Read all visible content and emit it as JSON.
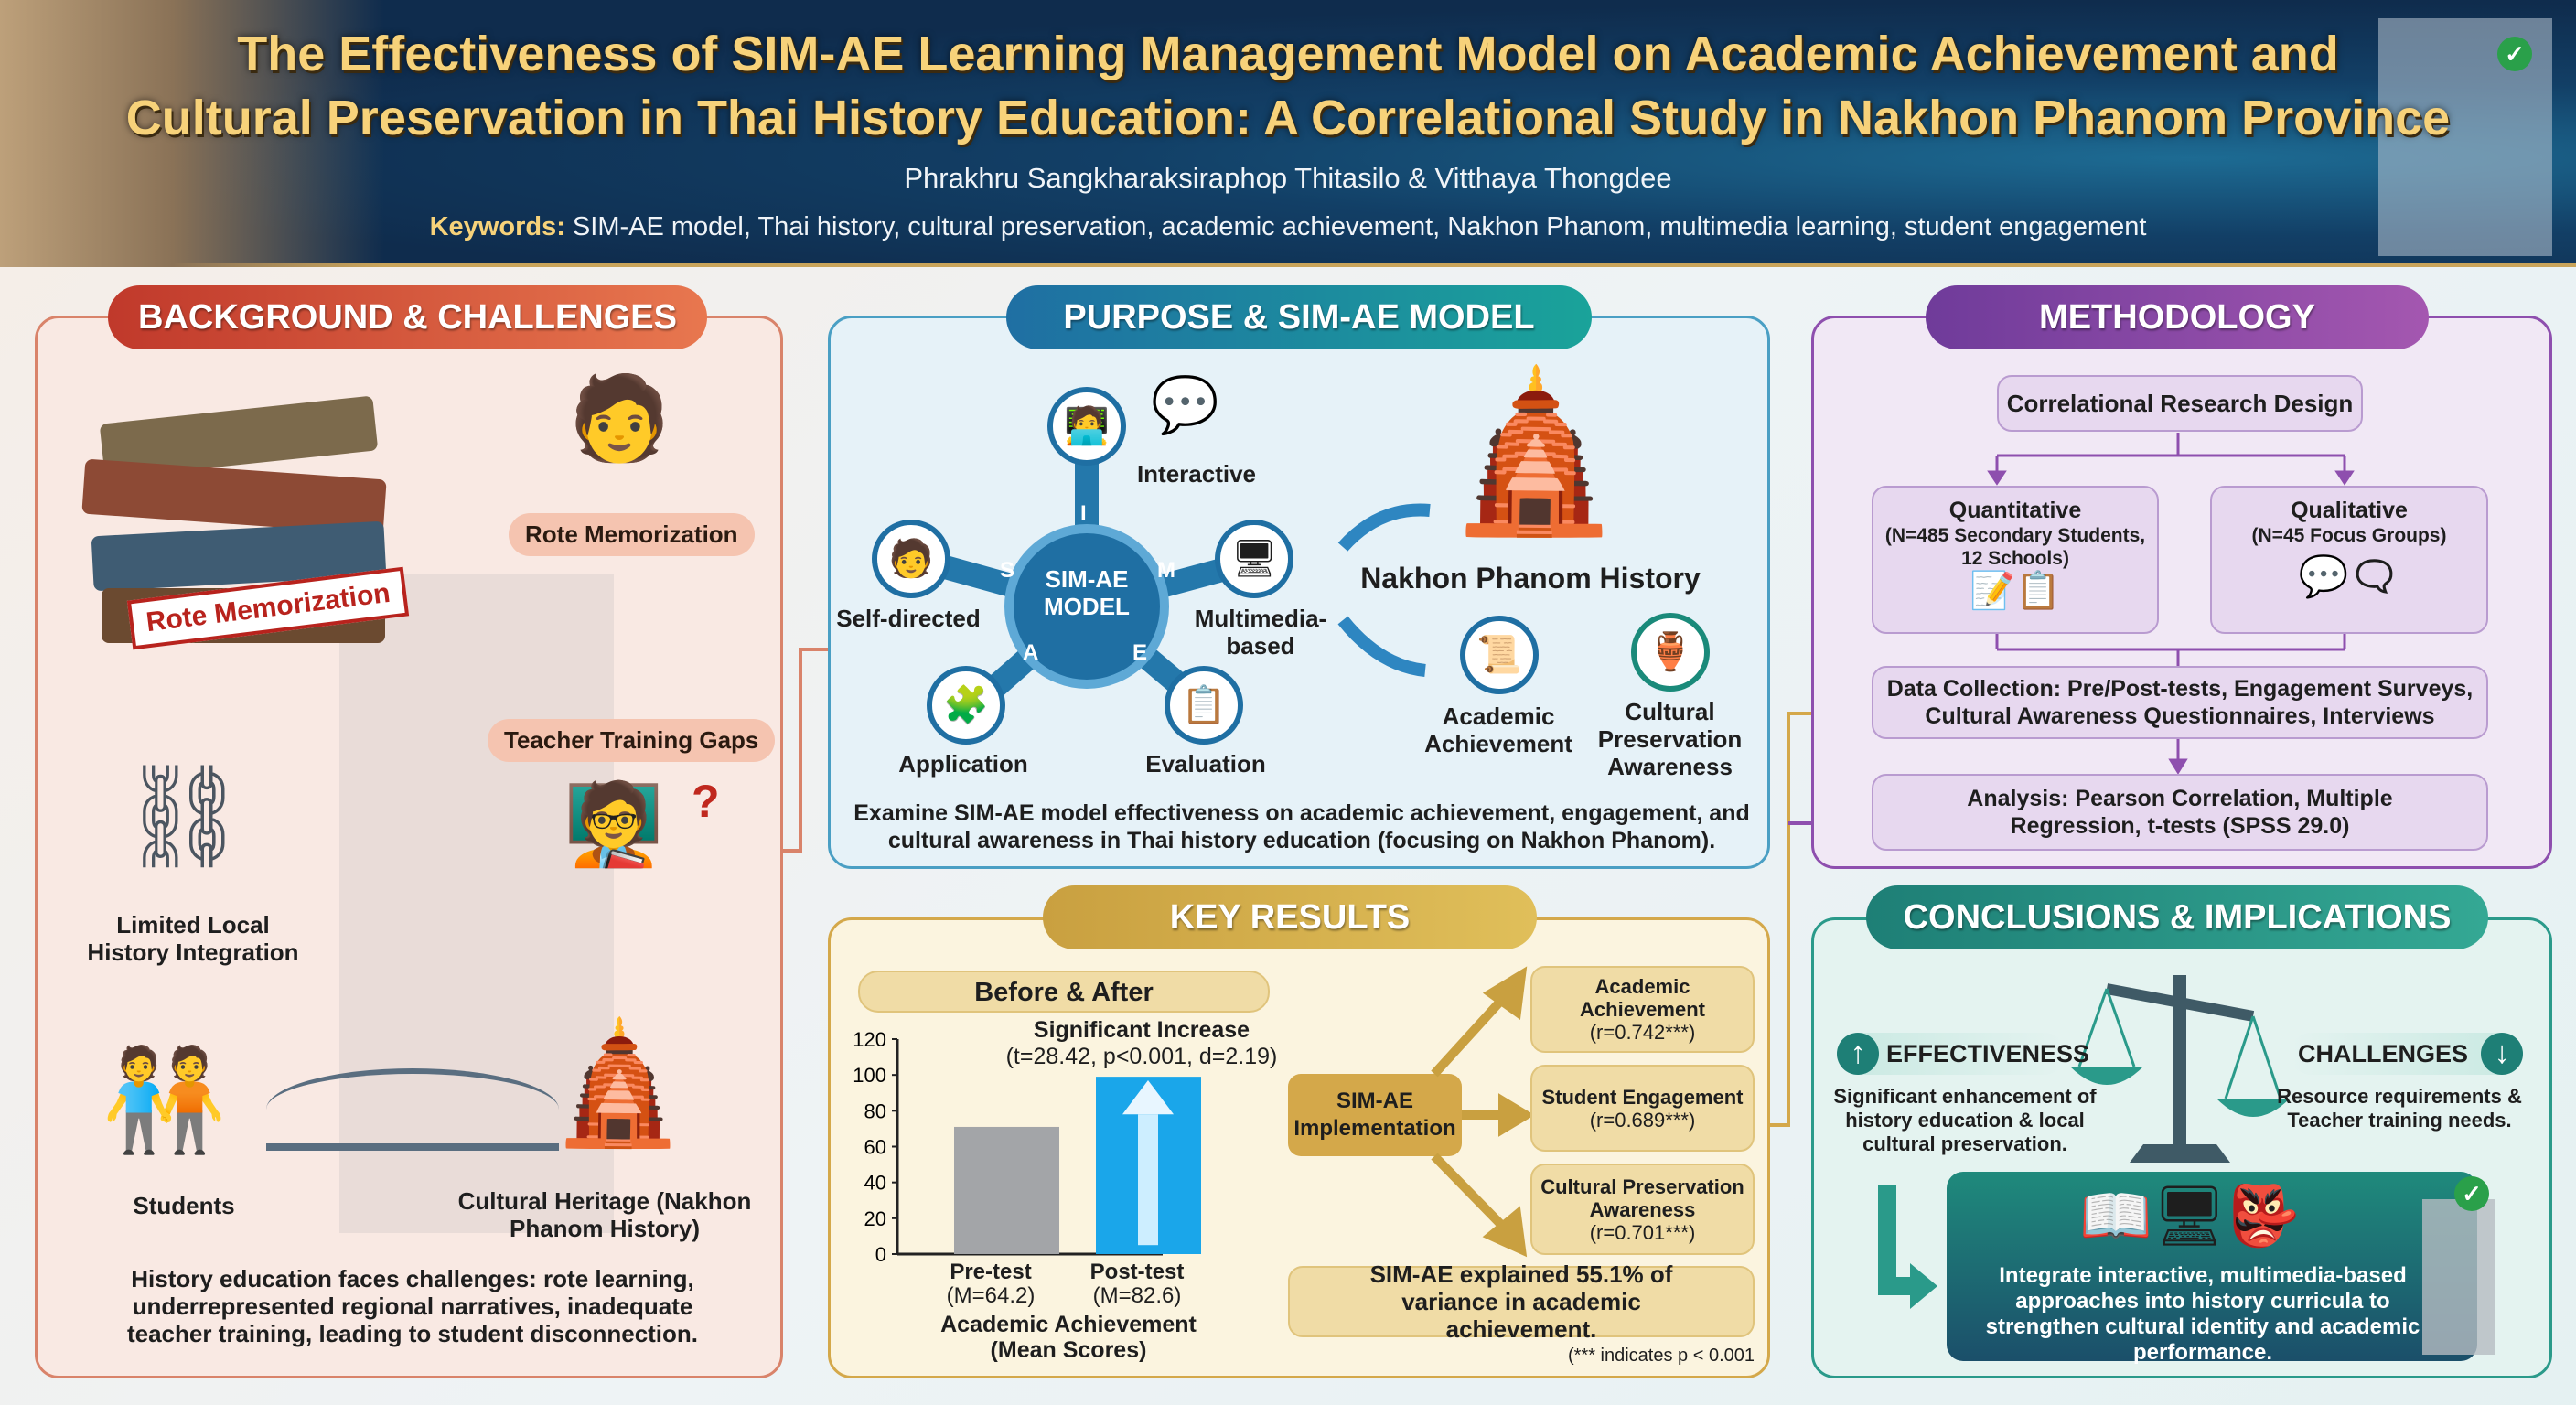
{
  "header": {
    "title_line1": "The Effectiveness of SIM-AE Learning Management Model on Academic Achievement and",
    "title_line2": "Cultural Preservation in Thai History Education: A Correlational Study in Nakhon Phanom Province",
    "authors": "Phrakhru Sangkharaksiraphop Thitasilo & Vitthaya Thongdee",
    "keywords_label": "Keywords:",
    "keywords": "SIM-AE model, Thai history, cultural preservation, academic achievement, Nakhon Phanom, multimedia learning, student engagement"
  },
  "background": {
    "heading": "BACKGROUND & CHALLENGES",
    "book_label": "Rote Memorization",
    "rote_tag": "Rote Memorization",
    "teacher_tag": "Teacher Training Gaps",
    "limited": "Limited Local History Integration",
    "students": "Students",
    "heritage": "Cultural Heritage (Nakhon Phanom History)",
    "summary": "History education faces challenges: rote learning, underrepresented regional narratives, inadequate teacher training, leading to student disconnection."
  },
  "purpose": {
    "heading": "PURPOSE & SIM-AE MODEL",
    "hub": "SIM-AE MODEL",
    "letters": {
      "s": "S",
      "i": "I",
      "m": "M",
      "a": "A",
      "e": "E"
    },
    "nodes": {
      "interactive": "Interactive",
      "self": "Self-directed",
      "multimedia": "Multimedia-based",
      "application": "Application",
      "evaluation": "Evaluation"
    },
    "nakhon": "Nakhon Phanom History",
    "academic": "Academic Achievement",
    "cultural": "Cultural Preservation Awareness",
    "summary": "Examine SIM-AE model effectiveness on academic achievement, engagement, and cultural awareness in Thai history education (focusing on Nakhon Phanom)."
  },
  "results": {
    "heading": "KEY RESULTS",
    "implementation": "SIM-AE Implementation",
    "outcomes": [
      {
        "name": "Academic Achievement",
        "r": "(r=0.742***)"
      },
      {
        "name": "Student Engagement",
        "r": "(r=0.689***)"
      },
      {
        "name": "Cultural Preservation Awareness",
        "r": "(r=0.701***)"
      }
    ],
    "variance": "SIM-AE explained 55.1% of variance in academic achievement.",
    "footnote": "(*** indicates p < 0.001"
  },
  "chart_data": {
    "type": "bar",
    "title": "Before & After",
    "annotation_title": "Significant Increase",
    "annotation_stats": "(t=28.42, p<0.001, d=2.19)",
    "categories": [
      "Pre-test",
      "Post-test"
    ],
    "category_notes": [
      "(M=64.2)",
      "(M=82.6)"
    ],
    "values": [
      64.2,
      82.6
    ],
    "depicted_bar_heights": [
      71,
      99
    ],
    "colors": [
      "#a3a5a8",
      "#1aa6ea"
    ],
    "xlabel": "Academic Achievement (Mean Scores)",
    "ylim": [
      0,
      120
    ],
    "yticks": [
      0,
      20,
      40,
      60,
      80,
      100,
      120
    ]
  },
  "methodology": {
    "heading": "METHODOLOGY",
    "design": "Correlational Research Design",
    "quant_title": "Quantitative",
    "quant_detail": "(N=485 Secondary Students, 12 Schools)",
    "qual_title": "Qualitative",
    "qual_detail": "(N=45 Focus Groups)",
    "collection": "Data Collection: Pre/Post-tests, Engagement Surveys, Cultural Awareness Questionnaires, Interviews",
    "analysis": "Analysis: Pearson Correlation, Multiple Regression, t-tests (SPSS 29.0)"
  },
  "conclusions": {
    "heading": "CONCLUSIONS & IMPLICATIONS",
    "effectiveness": "EFFECTIVENESS",
    "effectiveness_text": "Significant enhancement of history education & local cultural preservation.",
    "challenges": "CHALLENGES",
    "challenges_text": "Resource requirements & Teacher training needs.",
    "implication": "Integrate interactive, multimedia-based approaches into history curricula to strengthen cultural identity and academic performance."
  }
}
